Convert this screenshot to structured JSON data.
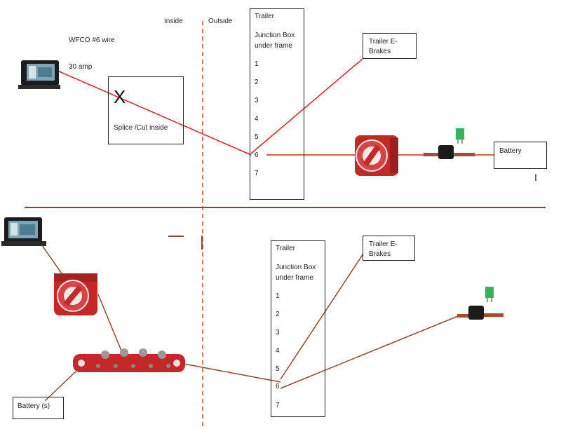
{
  "zones": {
    "inside": "Inside",
    "outside": "Outside"
  },
  "top": {
    "wire_label": "WFCO #6 wire",
    "amp_label": "30 amp",
    "cut_mark": "X",
    "splice_label": "Splice /Cut inside",
    "junction_box": {
      "title": "Trailer",
      "subtitle_1": "Junction Box",
      "subtitle_2": "under frame",
      "terminals": [
        "1",
        "2",
        "3",
        "4",
        "5",
        "6",
        "7"
      ]
    },
    "ebrakes_label_1": "Trailer E-",
    "ebrakes_label_2": "Brakes",
    "battery_label": "Battery",
    "cursor_mark": "I"
  },
  "bottom": {
    "junction_box": {
      "title": "Trailer",
      "subtitle_1": "Junction Box",
      "subtitle_2": "under frame",
      "terminals": [
        "1",
        "2",
        "3",
        "4",
        "5",
        "6",
        "7"
      ]
    },
    "ebrakes_label_1": "Trailer E-",
    "ebrakes_label_2": "Brakes",
    "battery_label": "Battery (s)"
  },
  "colors": {
    "top_wire": "#e02020",
    "divider": "#e02020",
    "bottom_wire": "#8b4a2b",
    "dashed": "#a0522d"
  }
}
